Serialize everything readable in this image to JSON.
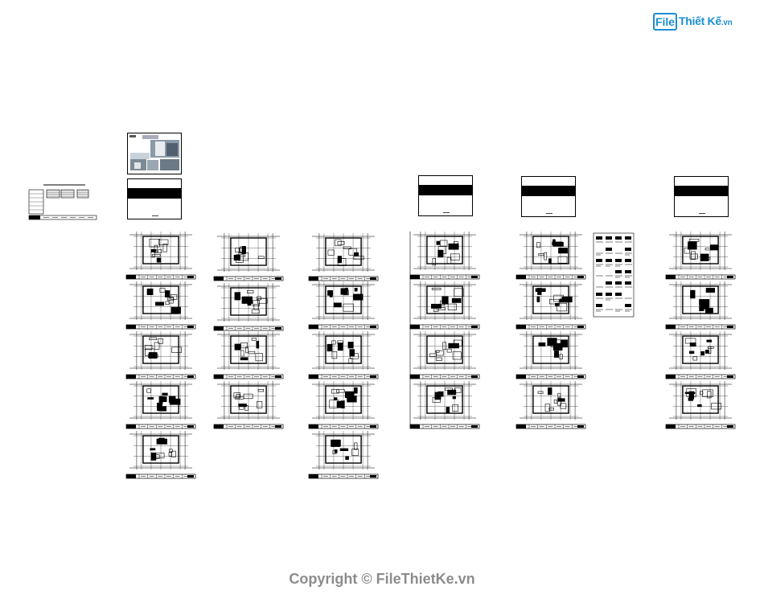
{
  "watermark": {
    "logo_box": "File",
    "logo_text": "Thiết Kế",
    "logo_suffix": ".vn",
    "copyright": "Copyright © FileThietKe.vn"
  },
  "colors": {
    "brand": "#1a8fd1",
    "copyright": "#8c8c8c",
    "ink": "#000000"
  },
  "drawing": {
    "type": "CAD layout overview",
    "columns": [
      {
        "name": "column-1",
        "sheets": 5
      },
      {
        "name": "column-2",
        "sheets": 4
      },
      {
        "name": "column-3",
        "sheets": 5
      },
      {
        "name": "column-4",
        "sheets": 4
      },
      {
        "name": "column-5",
        "sheets": 4
      },
      {
        "name": "column-6",
        "sheets": 1
      },
      {
        "name": "column-7",
        "sheets": 4
      }
    ],
    "cover_sheets": 4,
    "index_tables": 1,
    "photo_sheets": 1
  }
}
